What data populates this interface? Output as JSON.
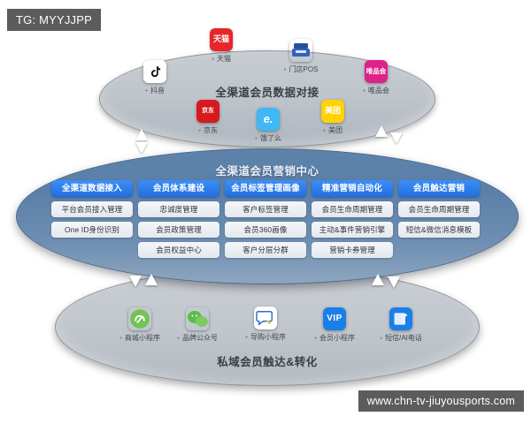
{
  "watermarks": {
    "top_left": "TG: MYYJJPP",
    "bottom_right": "www.chn-tv-jiuyousports.com"
  },
  "colors": {
    "accent_blue": "#1f6fe0",
    "mid_ellipse": "#5a7fa8",
    "gray_ellipse": "#c2c7cd",
    "tmall_red": "#e6262b",
    "jd_red": "#d6191e",
    "eleme_blue": "#3fb8f5",
    "meituan_yellow": "#ffd200",
    "vip_pink": "#e0218a",
    "wechat_green": "#5bbd4a",
    "vip_blue": "#1b7fe8"
  },
  "top_layer": {
    "title": "全渠道会员数据对接",
    "channels": [
      {
        "label": "抖音",
        "icon": "douyin-icon",
        "glyph": "♪"
      },
      {
        "label": "天猫",
        "icon": "tmall-icon",
        "glyph": "天猫"
      },
      {
        "label": "门店POS",
        "icon": "pos-icon",
        "glyph": ""
      },
      {
        "label": "唯品会",
        "icon": "vipcom-icon",
        "glyph": "唯品会"
      },
      {
        "label": "京东",
        "icon": "jd-icon",
        "glyph": "京东"
      },
      {
        "label": "饿了么",
        "icon": "eleme-icon",
        "glyph": "e."
      },
      {
        "label": "美团",
        "icon": "meituan-icon",
        "glyph": "美团"
      }
    ]
  },
  "middle_layer": {
    "title": "全渠道会员营销中心",
    "columns": [
      {
        "header": "全渠道数据接入",
        "items": [
          "平台会员接入管理",
          "One ID身份识别",
          ""
        ]
      },
      {
        "header": "会员体系建设",
        "items": [
          "忠诚度管理",
          "会员政策管理",
          "会员权益中心"
        ]
      },
      {
        "header": "会员标签管理画像",
        "items": [
          "客户标签管理",
          "会员360画像",
          "客户分层分群"
        ]
      },
      {
        "header": "精准营销自动化",
        "items": [
          "会员生命周期管理",
          "主动&事件营销引擎",
          "营销卡券管理"
        ]
      },
      {
        "header": "会员触达营销",
        "items": [
          "会员生命周期管理",
          "短信&微信消息模板",
          ""
        ]
      }
    ]
  },
  "bottom_layer": {
    "title": "私域会员触达&转化",
    "channels": [
      {
        "label": "商城小程序",
        "icon": "mini-program-icon",
        "glyph": ""
      },
      {
        "label": "品牌公众号",
        "icon": "wechat-icon",
        "glyph": ""
      },
      {
        "label": "导购小程序",
        "icon": "guide-chat-icon",
        "glyph": ""
      },
      {
        "label": "会员小程序",
        "icon": "vip-badge-icon",
        "glyph": "VIP"
      },
      {
        "label": "短信/AI电话",
        "icon": "sms-ai-call-icon",
        "glyph": ""
      }
    ]
  }
}
